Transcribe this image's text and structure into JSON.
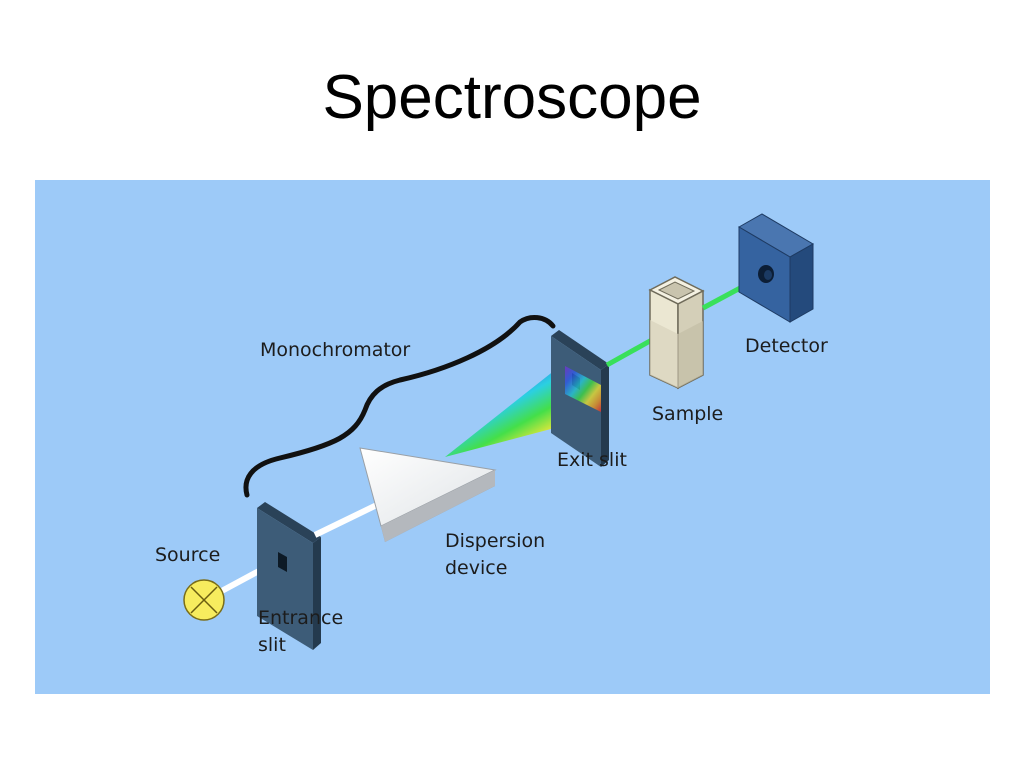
{
  "title": "Spectroscope",
  "diagram": {
    "background_color": "#9dcaf8",
    "labels": {
      "monochromator": "Monochromator",
      "source": "Source",
      "entrance_slit_line1": "Entrance",
      "entrance_slit_line2": "slit",
      "dispersion_device_line1": "Dispersion",
      "dispersion_device_line2": "device",
      "exit_slit": "Exit slit",
      "sample": "Sample",
      "detector": "Detector"
    },
    "colors": {
      "source_bulb": "#f7ec5e",
      "white_beam": "#ffffff",
      "green_beam": "#39e05a",
      "slit_panel": "#3d5c78",
      "detector": "#2f5a92",
      "sample_cuvette": "#e8e3cc"
    }
  }
}
